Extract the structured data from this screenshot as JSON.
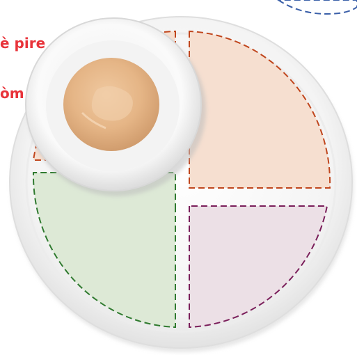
{
  "caption": {
    "line1": "è pire",
    "line2": "òm"
  },
  "plate": {
    "sections": [
      {
        "name": "fruit-section",
        "border_color": "#c0461d",
        "fill_color": "#f6dfd0"
      },
      {
        "name": "grain-section",
        "border_color": "#7a1e5a",
        "fill_color": "#ece0e6"
      },
      {
        "name": "vegetable-section",
        "border_color": "#2f7a2f",
        "fill_color": "#dde9d6"
      },
      {
        "name": "protein-section",
        "border_color": "#c0461d",
        "fill_color": "#f6dfd0"
      }
    ]
  },
  "cup": {
    "border_color": "#3a5fa8"
  },
  "bowl": {
    "content": "applesauce",
    "content_color": "#e3b488"
  }
}
